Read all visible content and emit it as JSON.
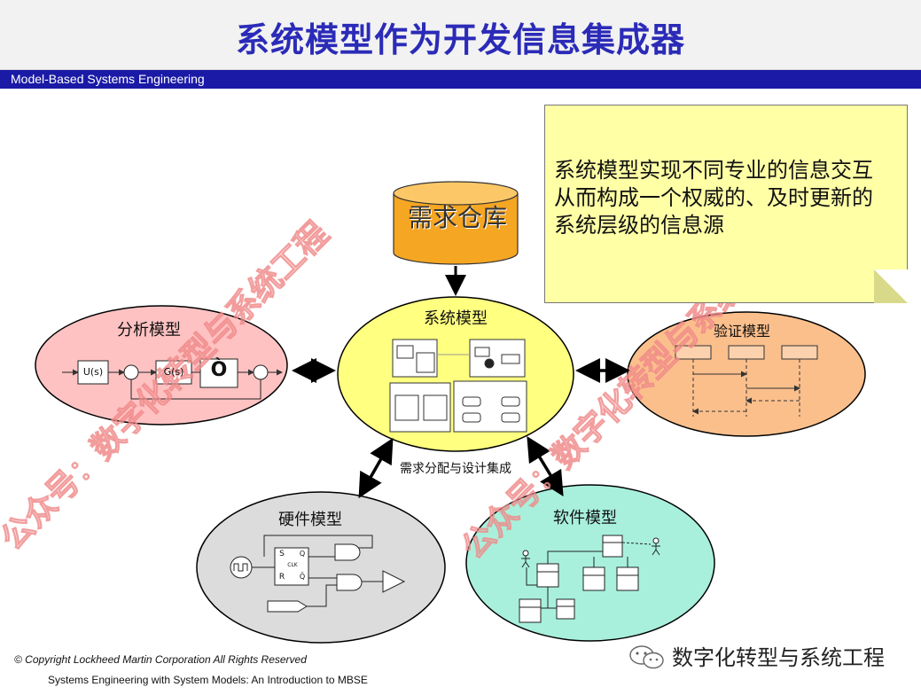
{
  "title": "系统模型作为开发信息集成器",
  "band_label": "Model-Based Systems Engineering",
  "callout": {
    "text": "系统模型实现不同专业的信息交互从而构成一个权威的、及时更新的系统层级的信息源",
    "fill": "#ffffa6"
  },
  "repository": {
    "label": "需求仓库",
    "color": "#f5a623"
  },
  "center_model": {
    "label": "系统模型",
    "color": "#ffff80",
    "caption": "需求分配与设计集成"
  },
  "analysis_model": {
    "label": "分析模型",
    "color": "#ffc2c2",
    "blocks": [
      "U(s)",
      "G(s)",
      "Ò"
    ]
  },
  "verification_model": {
    "label": "验证模型",
    "color": "#fbbf8c"
  },
  "hardware_model": {
    "label": "硬件模型",
    "color": "#dcdcdc",
    "flipflop": [
      "S",
      "R",
      "Q",
      "Q̄",
      "CLK"
    ]
  },
  "software_model": {
    "label": "软件模型",
    "color": "#a8f0dc"
  },
  "watermarks": [
    "公众号：数字化转型与系统工程",
    "公众号：数字化转型与系统工程"
  ],
  "watermark_color": "#f08a8a",
  "wechat_brand": "数字化转型与系统工程",
  "copyright": "© Copyright Lockheed Martin Corporation All Rights Reserved",
  "reference": "Systems Engineering with System Models: An Introduction to MBSE"
}
